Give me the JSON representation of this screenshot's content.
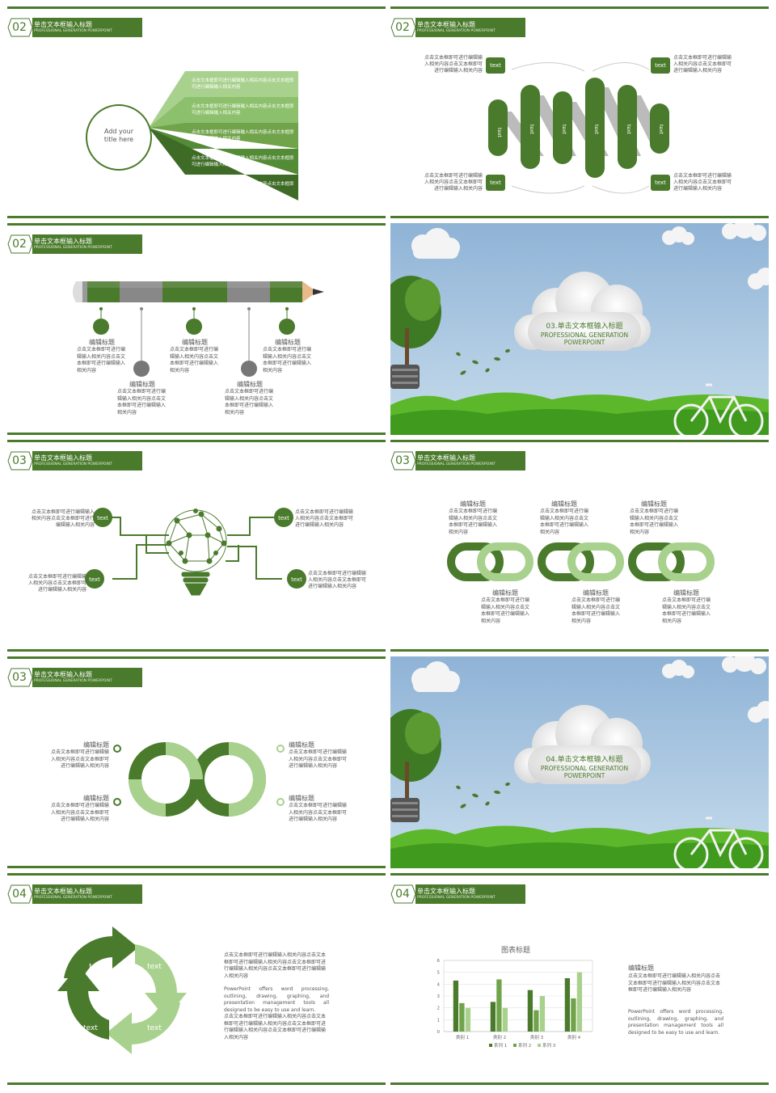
{
  "colors": {
    "accent": "#4a7a2c",
    "light": "#a9d18e",
    "mid": "#70a34a",
    "sky": "#a9c7e3"
  },
  "slides": {
    "s1": {
      "num": "02",
      "title": "单击文本框输入标题",
      "sub": "PROFESSIONAL GENERATION POWERPOINT",
      "circle_text": "Add your title here",
      "rows": [
        "点击文本框即可进行编辑输入相关内容点击文本框即可进行编辑输入相关内容",
        "点击文本框即可进行编辑输入相关内容点击文本框即可进行编辑输入相关内容",
        "点击文本框即可进行编辑输入相关内容点击文本框即可进行编辑输入相关内容",
        "点击文本框即可进行编辑输入相关内容点击文本框即可进行编辑输入相关内容",
        "点击文本框即可进行编辑输入相关内容点击文本框即可进行编辑输入相关内容"
      ]
    },
    "s2": {
      "num": "02",
      "title": "单击文本框输入标题",
      "sub": "PROFESSIONAL GENERATION POWERPOINT",
      "corner_label": "text",
      "corner_text": "点击文本框即可进行编辑输入相关内容点击文本框即可进行编辑输入相关内容",
      "bars": [
        "text",
        "text",
        "text",
        "text",
        "text",
        "text"
      ]
    },
    "s3": {
      "num": "02",
      "title": "单击文本框输入标题",
      "sub": "PROFESSIONAL GENERATION POWERPOINT",
      "item_title": "编辑标题",
      "item_text": "点击文本框即可进行编辑输入相关内容点击文本框即可进行编辑输入相关内容"
    },
    "s4": {
      "title": "03.单击文本框输入标题",
      "sub1": "PROFESSIONAL GENERATION",
      "sub2": "POWERPOINT"
    },
    "s5": {
      "num": "03",
      "title": "单击文本框输入标题",
      "sub": "PROFESSIONAL GENERATION POWERPOINT",
      "label": "text",
      "text": "点击文本框即可进行编辑输入相关内容点击文本框即可进行编辑输入相关内容"
    },
    "s6": {
      "num": "03",
      "title": "单击文本框输入标题",
      "sub": "PROFESSIONAL GENERATION POWERPOINT",
      "item_title": "编辑标题",
      "item_text": "点击文本框即可进行编辑输入相关内容点击文本框即可进行编辑输入相关内容"
    },
    "s7": {
      "num": "03",
      "title": "单击文本框输入标题",
      "sub": "PROFESSIONAL GENERATION POWERPOINT",
      "item_title": "编辑标题",
      "item_text": "点击文本框即可进行编辑输入相关内容点击文本框即可进行编辑输入相关内容"
    },
    "s8": {
      "title": "04.单击文本框输入标题",
      "sub1": "PROFESSIONAL GENERATION",
      "sub2": "POWERPOINT"
    },
    "s9": {
      "num": "04",
      "title": "单击文本框输入标题",
      "sub": "PROFESSIONAL GENERATION POWERPOINT",
      "arrow_label": "text",
      "para1": "点击文本框即可进行编辑输入相关内容点击文本框即可进行编辑输入相关内容点击文本框即可进行编辑输入相关内容点击文本框即可进行编辑输入相关内容",
      "para2": "PowerPoint offers word processing, outlining, drawing, graphing, and presentation management tools all designed to be easy to use and learn.",
      "para3": "点击文本框即可进行编辑输入相关内容点击文本框即可进行编辑输入相关内容点击文本框即可进行编辑输入相关内容点击文本框即可进行编辑输入相关内容"
    },
    "s10": {
      "num": "04",
      "title": "单击文本框输入标题",
      "sub": "PROFESSIONAL GENERATION POWERPOINT",
      "side_title": "编辑标题",
      "side_text": "点击文本框即可进行编辑输入相关内容点击文本框即可进行编辑输入相关内容点击文本框即可进行编辑输入相关内容",
      "side_en": "PowerPoint offers word processing, outlining, drawing, graphing, and presentation management tools all designed to be easy to use and learn."
    }
  },
  "chart_data": {
    "type": "bar",
    "title": "图表标题",
    "categories": [
      "类别 1",
      "类别 2",
      "类别 3",
      "类别 4"
    ],
    "series": [
      {
        "name": "系列 1",
        "values": [
          4.3,
          2.5,
          3.5,
          4.5
        ],
        "color": "#4a7a2c"
      },
      {
        "name": "系列 2",
        "values": [
          2.4,
          4.4,
          1.8,
          2.8
        ],
        "color": "#70a34a"
      },
      {
        "name": "系列 3",
        "values": [
          2,
          2,
          3,
          5
        ],
        "color": "#a9d18e"
      }
    ],
    "ylim": [
      0,
      6
    ],
    "yticks": [
      0,
      1,
      2,
      3,
      4,
      5,
      6
    ],
    "grid": true,
    "legend": "bottom"
  }
}
